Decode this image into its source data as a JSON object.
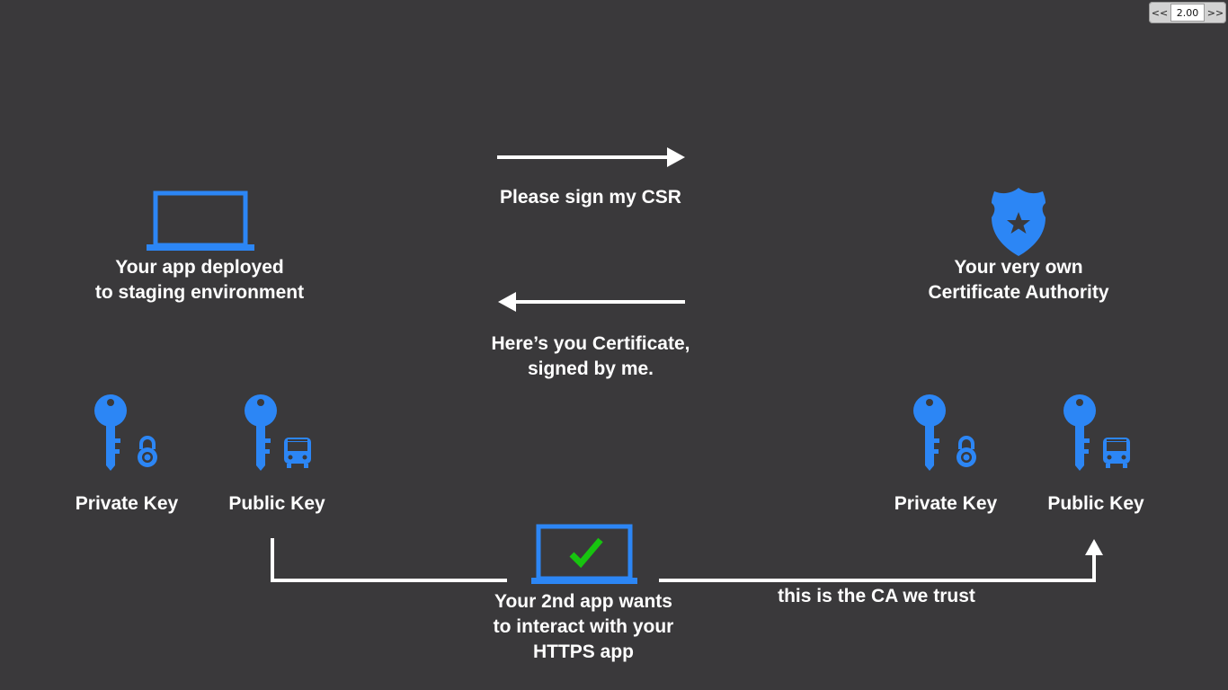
{
  "colors": {
    "background": "#3a393b",
    "accent_blue": "#2c86f5",
    "text": "#ffffff",
    "check_green": "#17c40f"
  },
  "speed_control": {
    "prev_label": "<<",
    "value": "2.00",
    "next_label": ">>"
  },
  "nodes": {
    "app": {
      "icon": "laptop-icon",
      "line1": "Your app deployed",
      "line2": "to staging environment"
    },
    "ca": {
      "icon": "police-badge-icon",
      "line1": "Your very own",
      "line2": "Certificate Authority"
    },
    "second_app": {
      "icon": "laptop-check-icon",
      "line1": "Your 2nd app wants",
      "line2": "to interact with your",
      "line3": "HTTPS app"
    }
  },
  "messages": {
    "request": "Please sign my CSR",
    "response_line1": "Here’s you Certificate,",
    "response_line2": "signed by me.",
    "trust": "this is the CA we trust"
  },
  "keys": {
    "app_private": "Private Key",
    "app_public": "Public Key",
    "ca_private": "Private Key",
    "ca_public": "Public Key"
  }
}
